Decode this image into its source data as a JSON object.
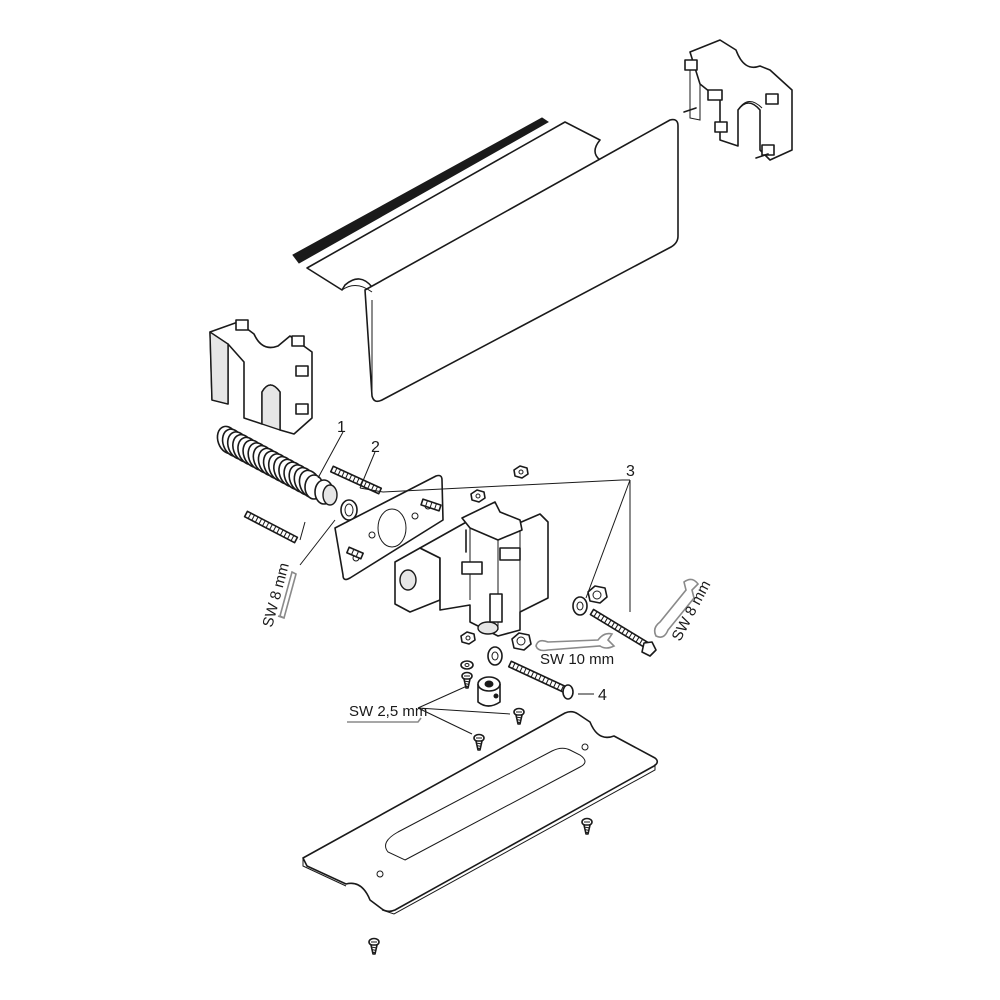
{
  "callouts": {
    "c1": "1",
    "c2": "2",
    "c3": "3",
    "c4": "4"
  },
  "tool_labels": {
    "hex_key_8": "SW 8 mm",
    "wrench_10": "SW 10 mm",
    "wrench_8": "SW 8 mm",
    "hex_key_2_5": "SW 2,5 mm"
  }
}
